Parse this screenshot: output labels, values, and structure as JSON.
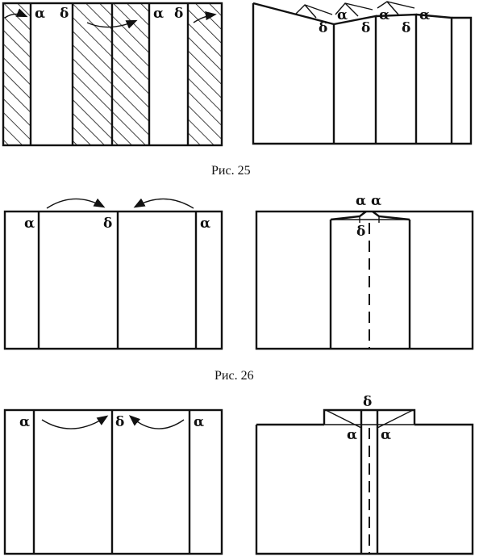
{
  "labels": {
    "a": "α",
    "b": "δ"
  },
  "captions": {
    "fig25": "Рис. 25",
    "fig26": "Рис. 26"
  }
}
